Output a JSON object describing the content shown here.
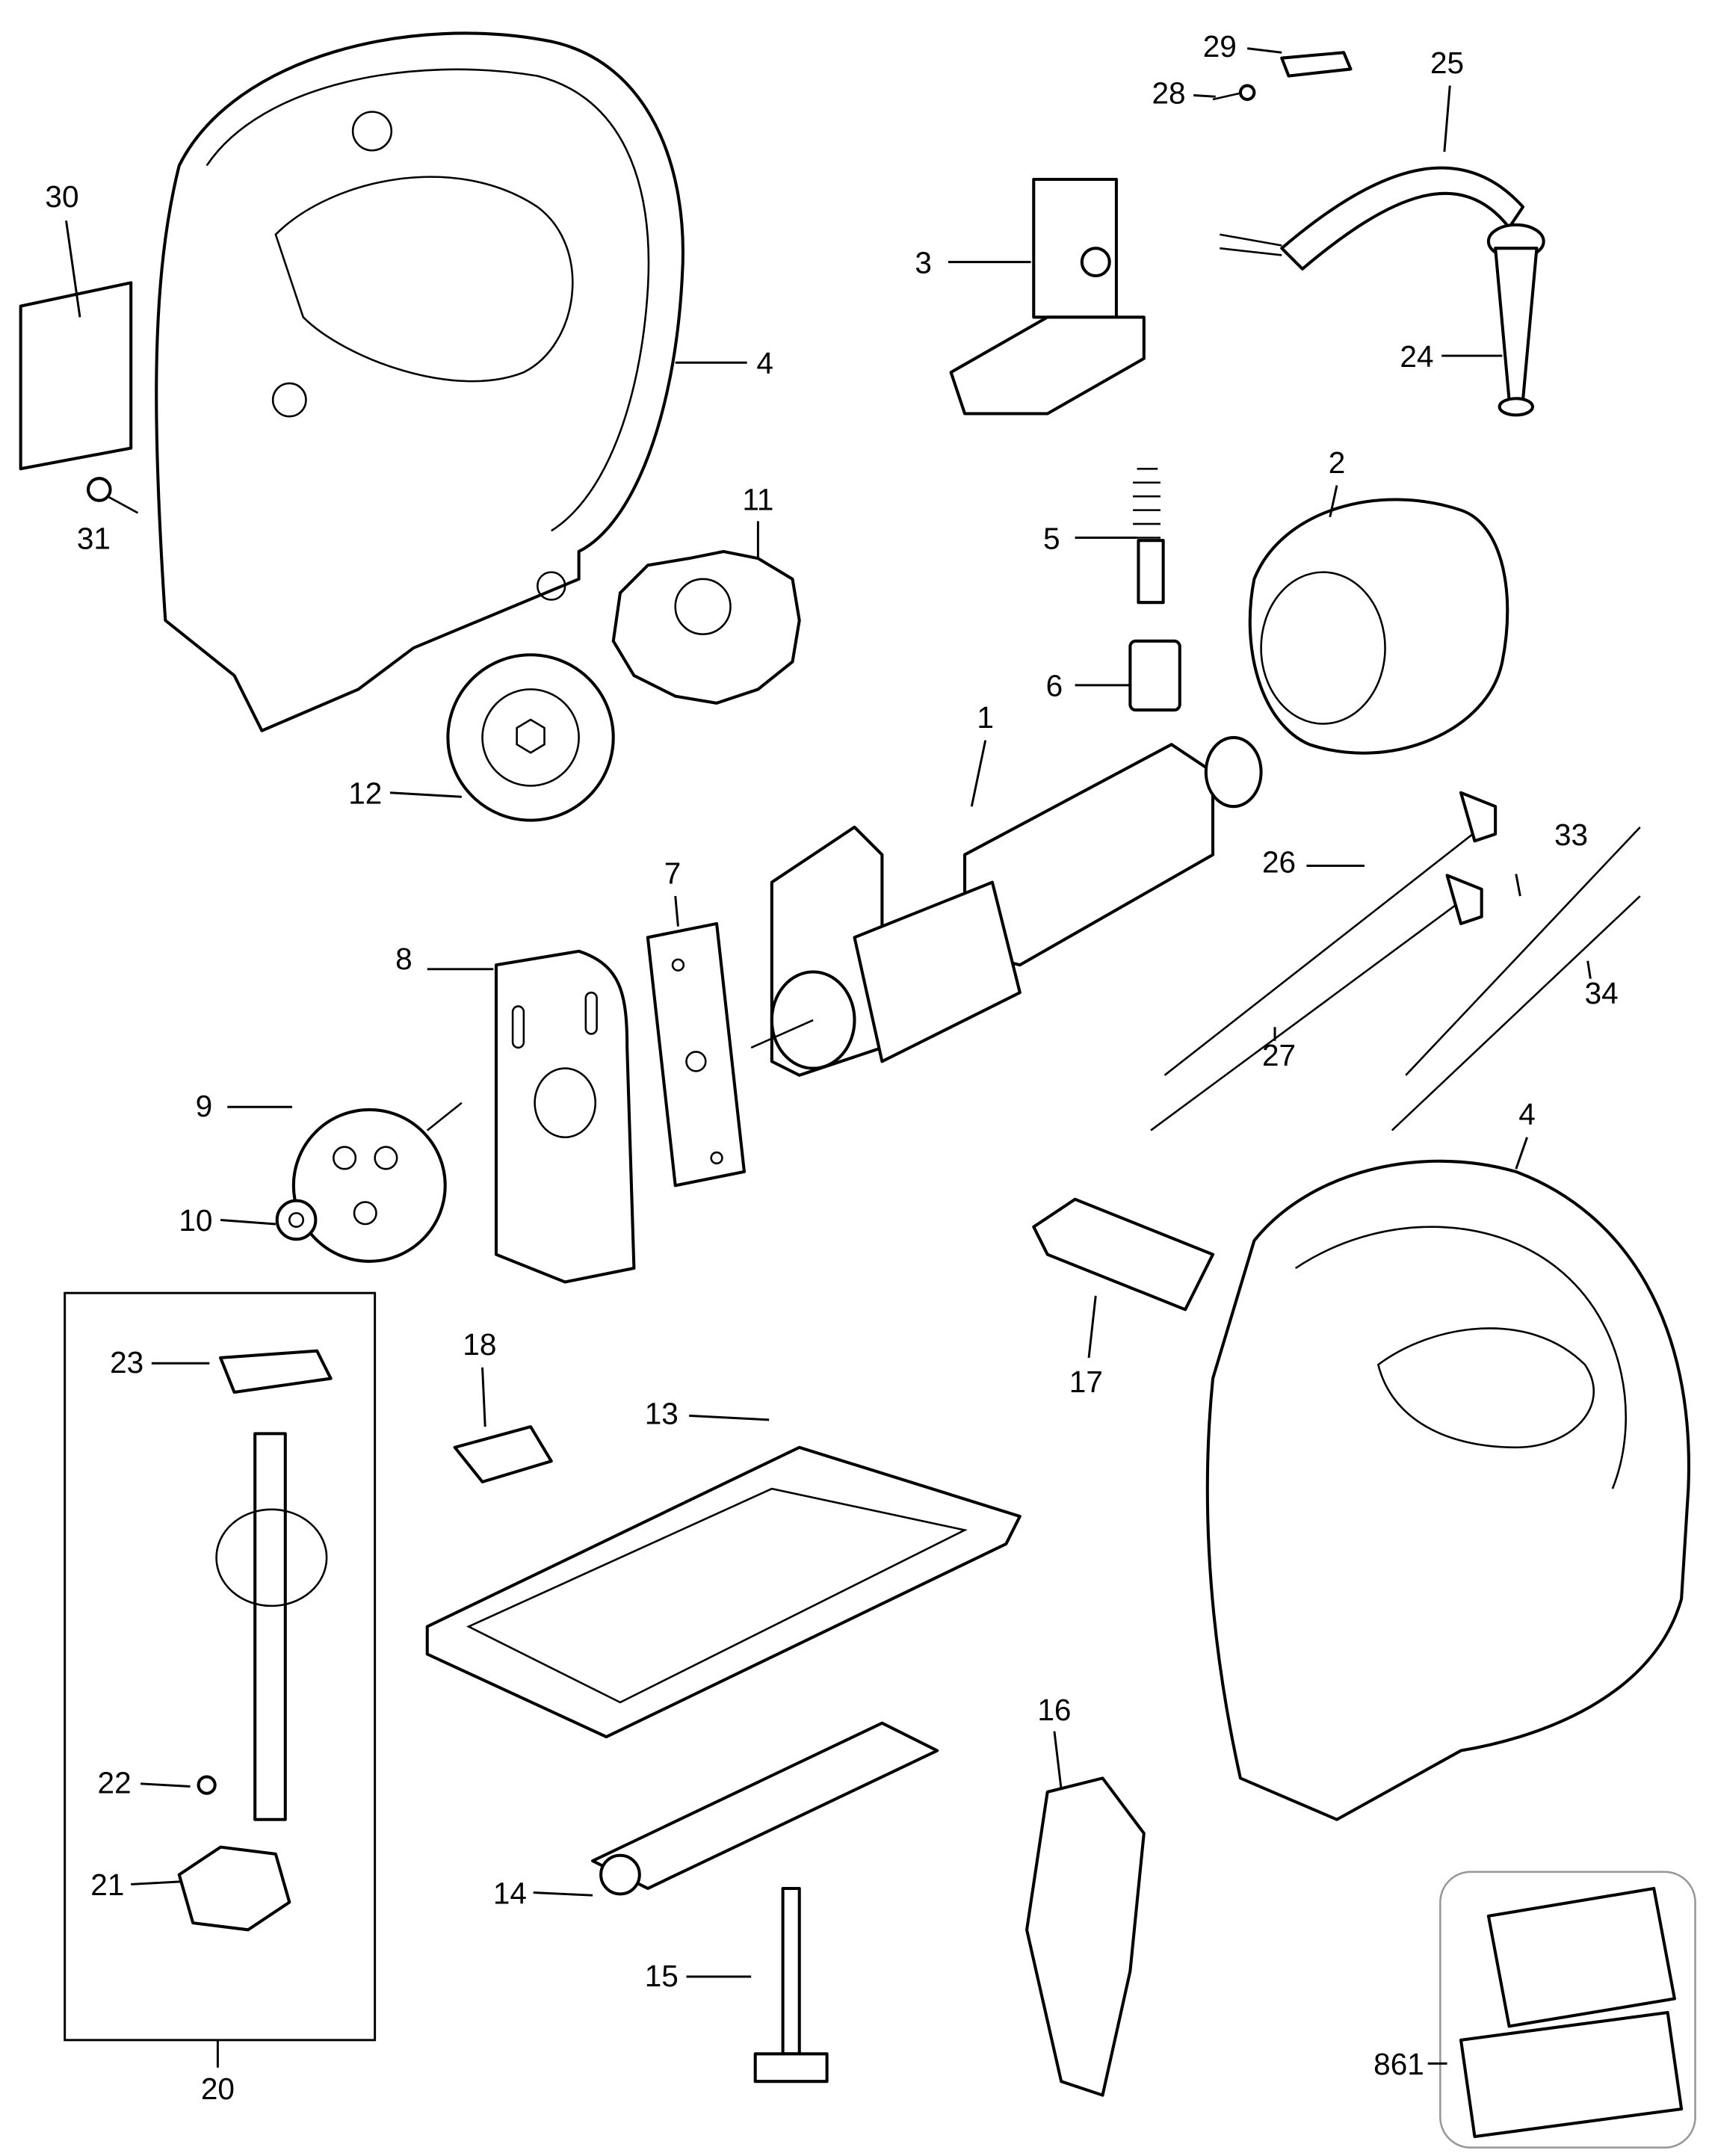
{
  "diagram": {
    "type": "exploded parts diagram",
    "colors": {
      "line": "#000000",
      "background": "#ffffff"
    },
    "callouts": {
      "c1": "1",
      "c2": "2",
      "c3": "3",
      "c4a": "4",
      "c4b": "4",
      "c5": "5",
      "c6": "6",
      "c7": "7",
      "c8": "8",
      "c9": "9",
      "c10": "10",
      "c11": "11",
      "c12": "12",
      "c13": "13",
      "c14": "14",
      "c15": "15",
      "c16": "16",
      "c17": "17",
      "c18": "18",
      "c20": "20",
      "c21": "21",
      "c22": "22",
      "c23": "23",
      "c24": "24",
      "c25": "25",
      "c26": "26",
      "c27": "27",
      "c28": "28",
      "c29": "29",
      "c30": "30",
      "c31": "31",
      "c33": "33",
      "c34": "34",
      "c861": "861"
    }
  }
}
